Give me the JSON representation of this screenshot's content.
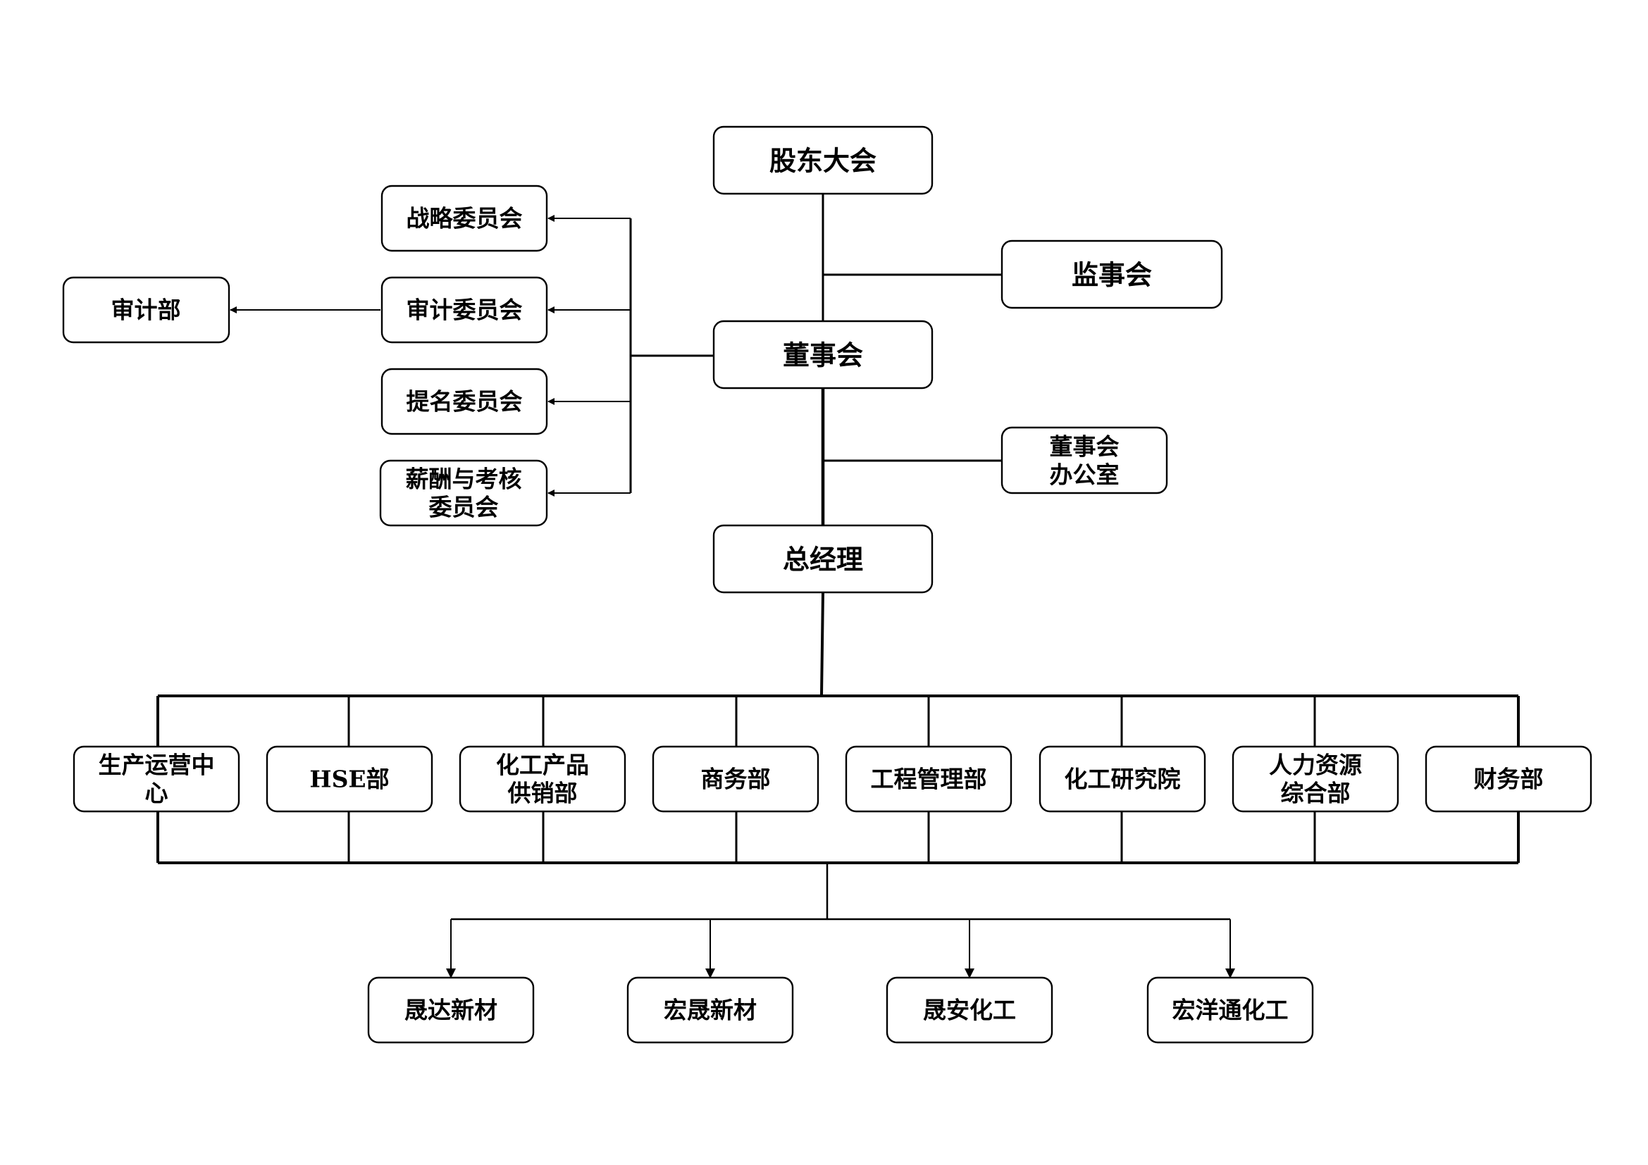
{
  "nodes": {
    "shareholders_meeting": "股东大会",
    "supervisory_board": "监事会",
    "board_of_directors": "董事会",
    "board_office": [
      "董事会",
      "办公室"
    ],
    "general_manager": "总经理",
    "strategy_committee": "战略委员会",
    "audit_committee": "审计委员会",
    "nomination_committee": "提名委员会",
    "remuneration_committee": [
      "薪酬与考核",
      "委员会"
    ],
    "audit_department": "审计部"
  },
  "departments": [
    [
      "生产运营中",
      "心"
    ],
    [
      "HSE部"
    ],
    [
      "化工产品",
      "供销部"
    ],
    [
      "商务部"
    ],
    [
      "工程管理部"
    ],
    [
      "化工研究院"
    ],
    [
      "人力资源",
      "综合部"
    ],
    [
      "财务部"
    ]
  ],
  "subsidiaries": [
    "晟达新材",
    "宏晟新材",
    "晟安化工",
    "宏洋通化工"
  ]
}
